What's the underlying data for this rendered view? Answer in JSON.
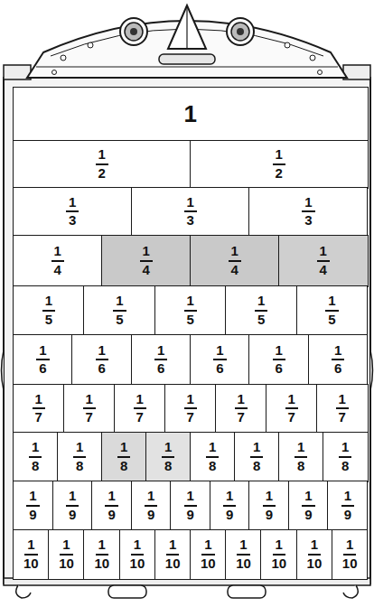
{
  "diagram": {
    "nodes": [
      {
        "text": [
          "1"
        ]
      },
      {
        "text": [
          "1",
          "2"
        ]
      },
      {
        "text": [
          "1",
          "2"
        ]
      },
      {
        "text": [
          "1",
          "3"
        ]
      },
      {
        "text": [
          "1",
          "3"
        ]
      },
      {
        "text": [
          "1",
          "3"
        ]
      },
      {
        "text": [
          "1",
          "4"
        ]
      },
      {
        "text": [
          "1",
          "4"
        ]
      },
      {
        "text": [
          "1",
          "4"
        ]
      },
      {
        "text": [
          "1",
          "4"
        ]
      },
      {
        "text": [
          "1",
          "5"
        ]
      },
      {
        "text": [
          "1",
          "5"
        ]
      },
      {
        "text": [
          "1",
          "5"
        ]
      },
      {
        "text": [
          "1",
          "5"
        ]
      },
      {
        "text": [
          "1",
          "5"
        ]
      },
      {
        "text": [
          "1",
          "6"
        ]
      },
      {
        "text": [
          "1",
          "6"
        ]
      },
      {
        "text": [
          "1",
          "6"
        ]
      },
      {
        "text": [
          "1",
          "6"
        ]
      },
      {
        "text": [
          "1",
          "6"
        ]
      },
      {
        "text": [
          "1",
          "6"
        ]
      },
      {
        "text": [
          "1",
          "7"
        ]
      },
      {
        "text": [
          "1",
          "7"
        ]
      },
      {
        "text": [
          "1",
          "7"
        ]
      },
      {
        "text": [
          "1",
          "7"
        ]
      },
      {
        "text": [
          "1",
          "7"
        ]
      },
      {
        "text": [
          "1",
          "7"
        ]
      },
      {
        "text": [
          "1",
          "7"
        ]
      },
      {
        "text": [
          "1",
          "8"
        ]
      },
      {
        "text": [
          "1",
          "8"
        ]
      },
      {
        "text": [
          "1",
          "8"
        ]
      },
      {
        "text": [
          "1",
          "8"
        ]
      },
      {
        "text": [
          "1",
          "8"
        ]
      },
      {
        "text": [
          "1",
          "8"
        ]
      },
      {
        "text": [
          "1",
          "8"
        ]
      },
      {
        "text": [
          "1",
          "8"
        ]
      },
      {
        "text": [
          "1",
          "9"
        ]
      },
      {
        "text": [
          "1",
          "9"
        ]
      },
      {
        "text": [
          "1",
          "9"
        ]
      },
      {
        "text": [
          "1",
          "9"
        ]
      },
      {
        "text": [
          "1",
          "9"
        ]
      },
      {
        "text": [
          "1",
          "9"
        ]
      },
      {
        "text": [
          "1",
          "9"
        ]
      },
      {
        "text": [
          "1",
          "9"
        ]
      },
      {
        "text": [
          "1",
          "9"
        ]
      },
      {
        "text": [
          "1",
          "10"
        ]
      },
      {
        "text": [
          "1",
          "10"
        ]
      },
      {
        "text": [
          "1",
          "10"
        ]
      },
      {
        "text": [
          "1",
          "10"
        ]
      },
      {
        "text": [
          "1",
          "10"
        ]
      },
      {
        "text": [
          "1",
          "10"
        ]
      },
      {
        "text": [
          "1",
          "10"
        ]
      },
      {
        "text": [
          "1",
          "10"
        ]
      },
      {
        "text": [
          "1",
          "10"
        ]
      },
      {
        "text": [
          "1",
          "10"
        ]
      }
    ]
  }
}
